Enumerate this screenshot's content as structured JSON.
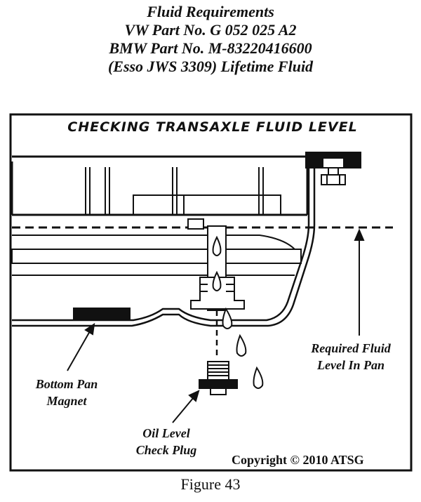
{
  "header": {
    "line1": "Fluid Requirements",
    "line2": "VW Part No.  G 052 025 A2",
    "line3": "BMW Part No.  M-83220416600",
    "line4": "(Esso JWS 3309) Lifetime Fluid"
  },
  "diagram": {
    "title": "CHECKING TRANSAXLE FLUID LEVEL",
    "labels": {
      "required_fluid_1": "Required Fluid",
      "required_fluid_2": "Level In Pan",
      "magnet_1": "Bottom Pan",
      "magnet_2": "Magnet",
      "plug_1": "Oil Level",
      "plug_2": "Check Plug"
    },
    "copyright": "Copyright © 2010 ATSG"
  },
  "caption": "Figure 43"
}
